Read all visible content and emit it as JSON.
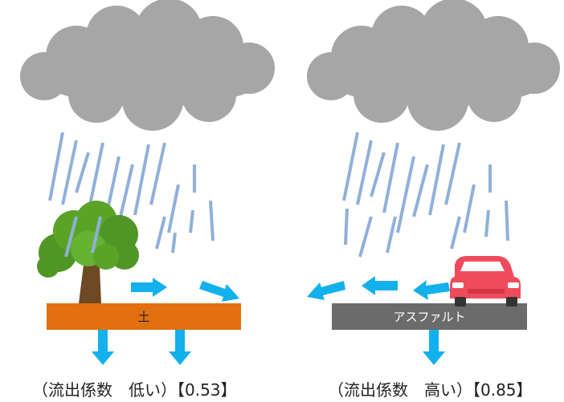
{
  "left_panel": {
    "surface_label": "土",
    "caption": "（流出係数　低い）【0.53】",
    "colors": {
      "ground": "#e2700e",
      "cloud": "#a6a6a6",
      "rain": "#8fb0d9",
      "arrow": "#12b0ec",
      "tree_leaves": "#5aa327",
      "tree_trunk": "#6e4a24"
    }
  },
  "right_panel": {
    "surface_label": "アスファルト",
    "caption": "（流出係数　高い）【0.85】",
    "colors": {
      "ground": "#6b6b6b",
      "cloud": "#a6a6a6",
      "rain": "#8fb0d9",
      "arrow": "#12b0ec",
      "car": "#ef4b5c"
    }
  },
  "icons": [
    "cloud-icon",
    "rain-icon",
    "tree-icon",
    "car-icon",
    "arrow-icon"
  ]
}
